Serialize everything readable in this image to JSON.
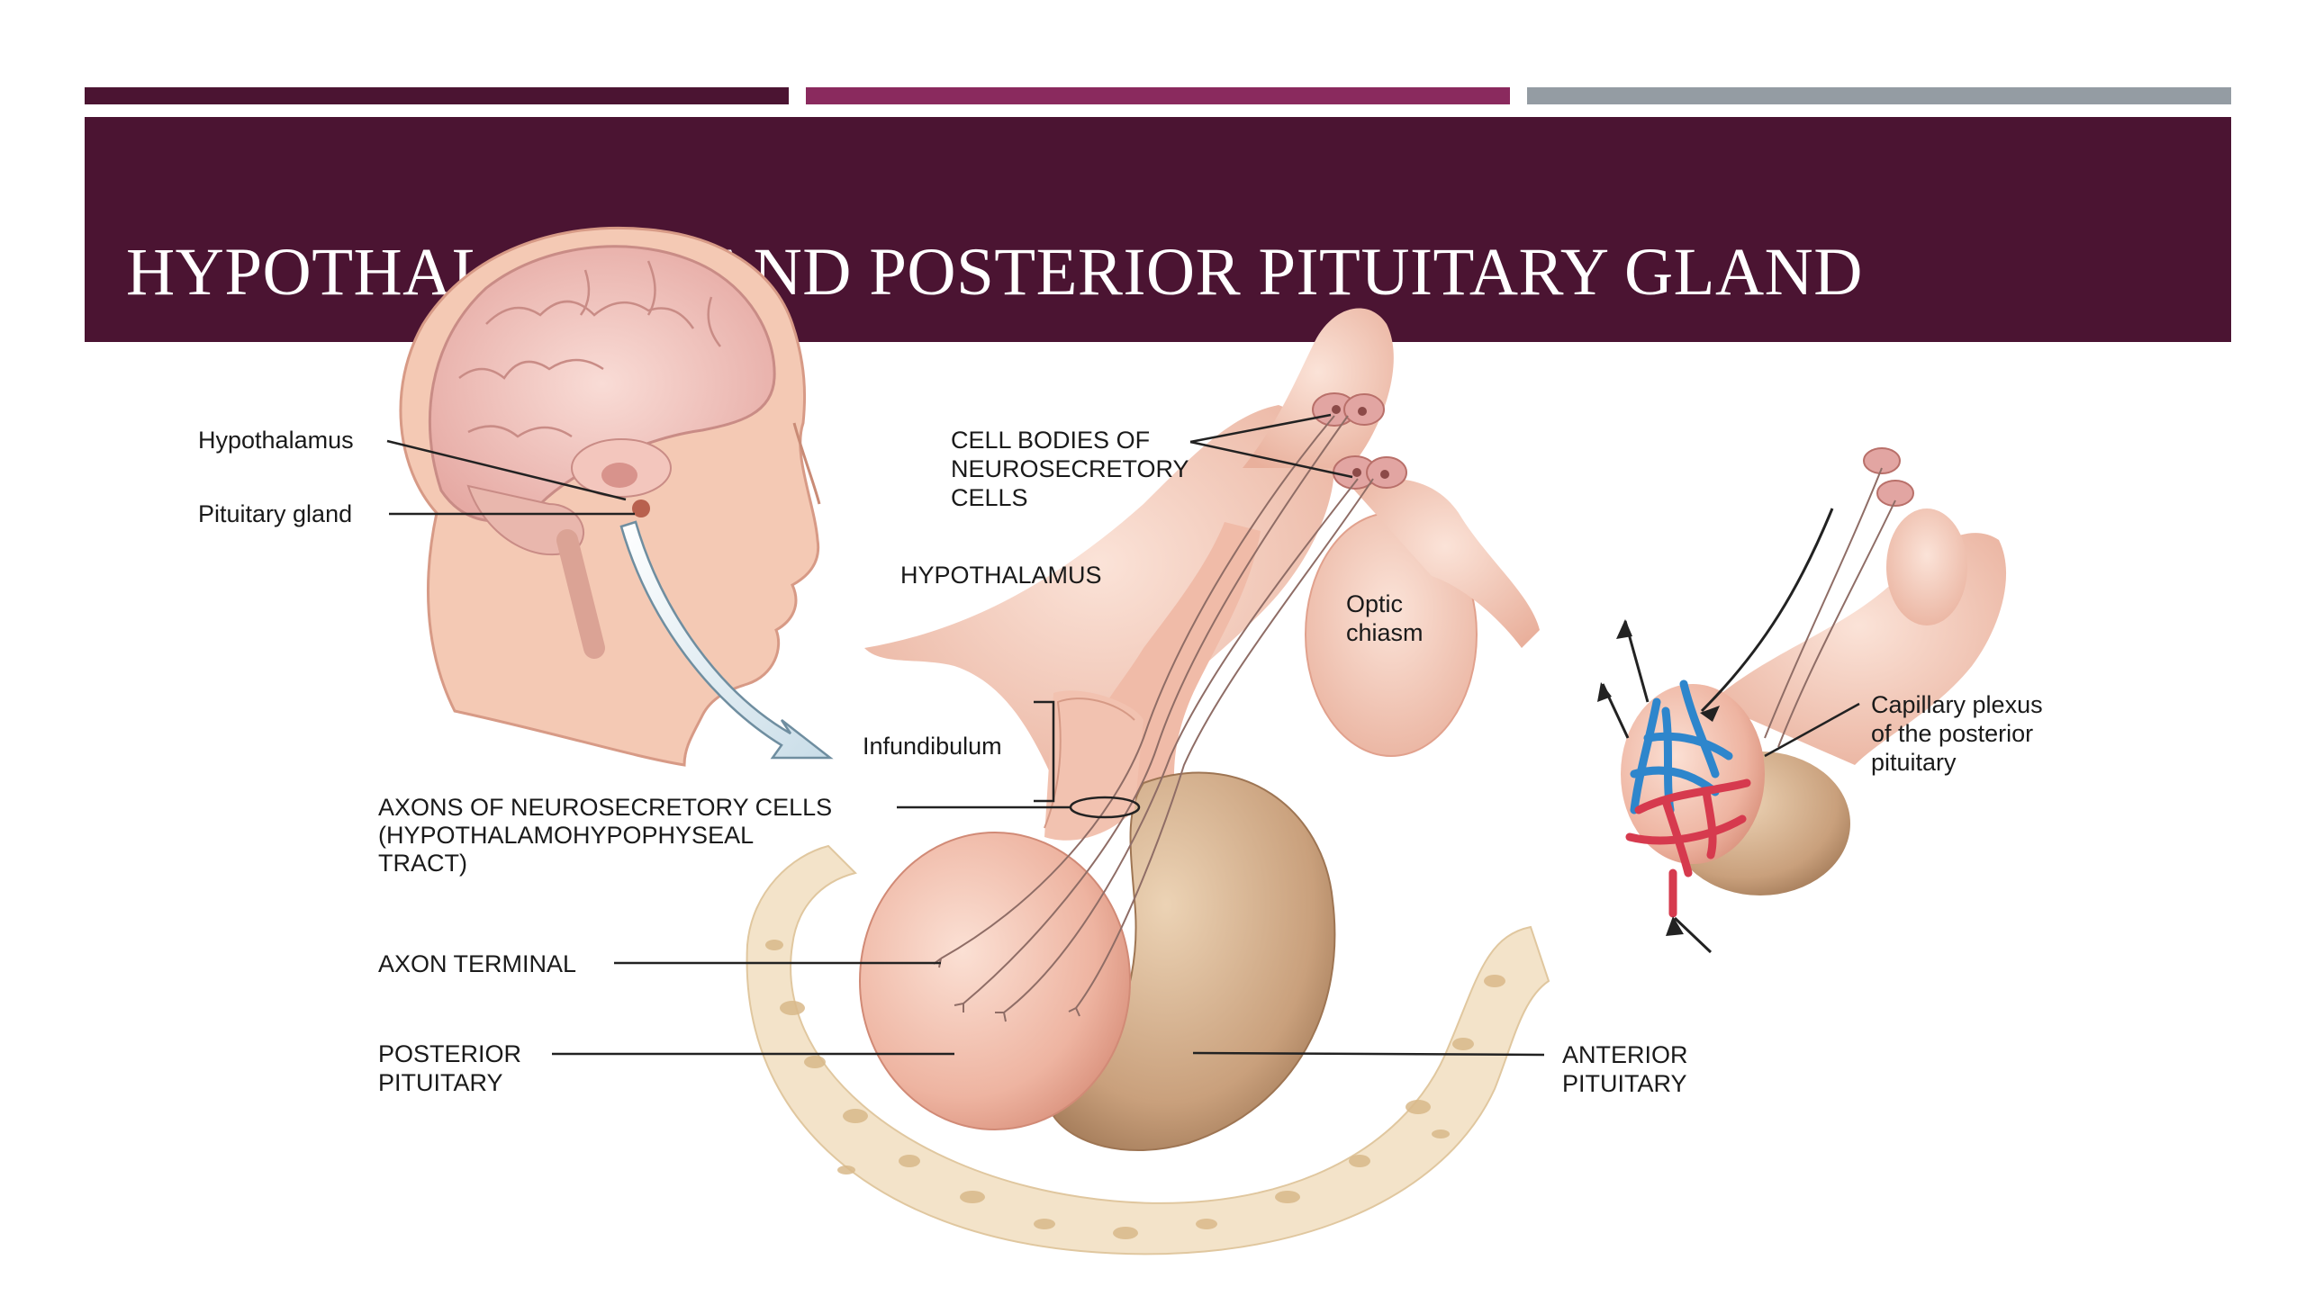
{
  "colors": {
    "bar_dark": "#4b1432",
    "bar_pink": "#8a2a5e",
    "bar_gray": "#949ca3",
    "title_band": "#4b1432",
    "tissue_light": "#f6cfc1",
    "tissue_mid": "#e5a593",
    "anterior": "#c9a07c",
    "bone": "#f3e3c9",
    "bone_pores": "#d9b98a",
    "vein_blue": "#2e86cc",
    "artery_red": "#d63a4e"
  },
  "slide": {
    "title": "HYPOTHALAMUS AND POSTERIOR PITUITARY GLAND"
  },
  "diagram": {
    "head_labels": {
      "hypothalamus": "Hypothalamus",
      "pituitary_gland": "Pituitary gland"
    },
    "cell_bodies": [
      "CELL BODIES OF",
      "NEUROSECRETORY",
      "CELLS"
    ],
    "hypothalamus": "HYPOTHALAMUS",
    "optic_chiasm": [
      "Optic",
      "chiasm"
    ],
    "infundibulum": "Infundibulum",
    "axons": [
      "AXONS OF NEUROSECRETORY CELLS",
      "(HYPOTHALAMOHYPOPHYSEAL",
      "TRACT)"
    ],
    "axon_terminal": "AXON TERMINAL",
    "posterior_pituitary": [
      "POSTERIOR",
      "PITUITARY"
    ],
    "anterior_pituitary": [
      "ANTERIOR",
      "PITUITARY"
    ],
    "capillary_plexus": [
      "Capillary plexus",
      "of the posterior",
      "pituitary"
    ]
  }
}
